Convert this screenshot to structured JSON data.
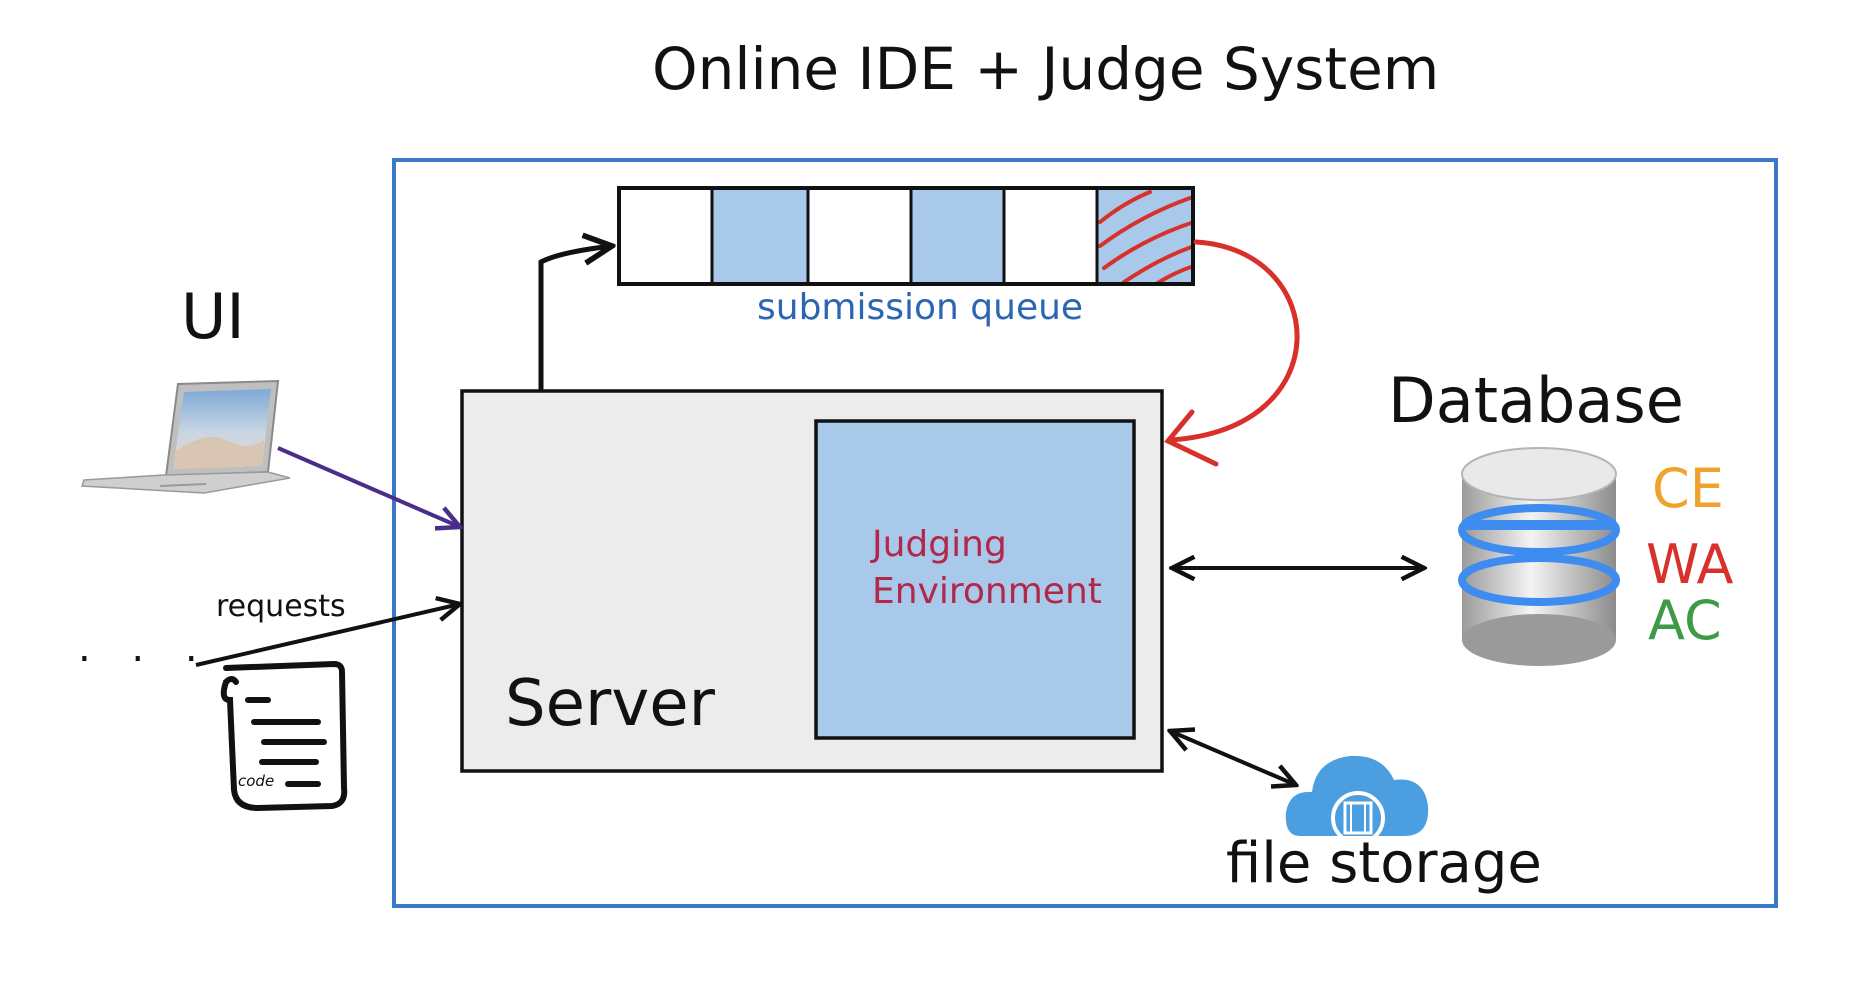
{
  "title": "Online IDE + Judge System",
  "client": {
    "ui_label": "UI",
    "ellipsis": ". . .",
    "requests_label": "requests",
    "code_label": "code"
  },
  "queue": {
    "label": "submission queue",
    "cells": [
      "empty",
      "filled",
      "empty",
      "filled",
      "empty",
      "hatched"
    ]
  },
  "server": {
    "label": "Server",
    "judging_line1": "Judging",
    "judging_line2": "Environment"
  },
  "database": {
    "label": "Database",
    "verdicts": [
      "CE",
      "WA",
      "AC"
    ]
  },
  "file_storage": {
    "label": "file storage"
  },
  "colors": {
    "frame": "#3a78c9",
    "queue_fill": "#a8c9ea",
    "server_fill": "#ececec",
    "judging_fill": "#a8c9ea",
    "return_arrow": "#d8302b",
    "ui_arrow": "#4a2d8a",
    "queue_text": "#2b66b3",
    "judging_text": "#b2274a",
    "ce": "#f0a32c",
    "wa": "#d8302b",
    "ac": "#3f9a47",
    "cloud": "#4b9fe0",
    "db_ring": "#3f8cf0"
  }
}
